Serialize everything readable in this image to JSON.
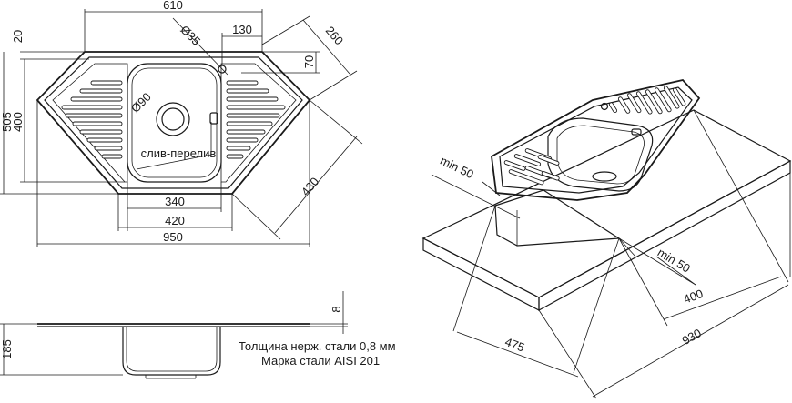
{
  "top_view": {
    "dims": {
      "width_top": "610",
      "diameter_small": "Ø35",
      "offset_130": "130",
      "side_260": "260",
      "offset_20": "20",
      "offset_70": "70",
      "height_505": "505",
      "height_400": "400",
      "diameter_drain": "Ø90",
      "drain_label": "слив-перелив",
      "width_340": "340",
      "width_420": "420",
      "diag_430": "430",
      "width_950": "950"
    }
  },
  "side_view": {
    "dims": {
      "thickness_8": "8",
      "depth_185": "185"
    },
    "notes": {
      "thickness": "Толщина нерж. стали 0,8 мм",
      "grade": "Марка стали AISI 201"
    }
  },
  "iso_view": {
    "dims": {
      "min50_left": "min 50",
      "min50_right": "min 50",
      "dim_400": "400",
      "dim_475": "475",
      "dim_930": "930"
    }
  }
}
